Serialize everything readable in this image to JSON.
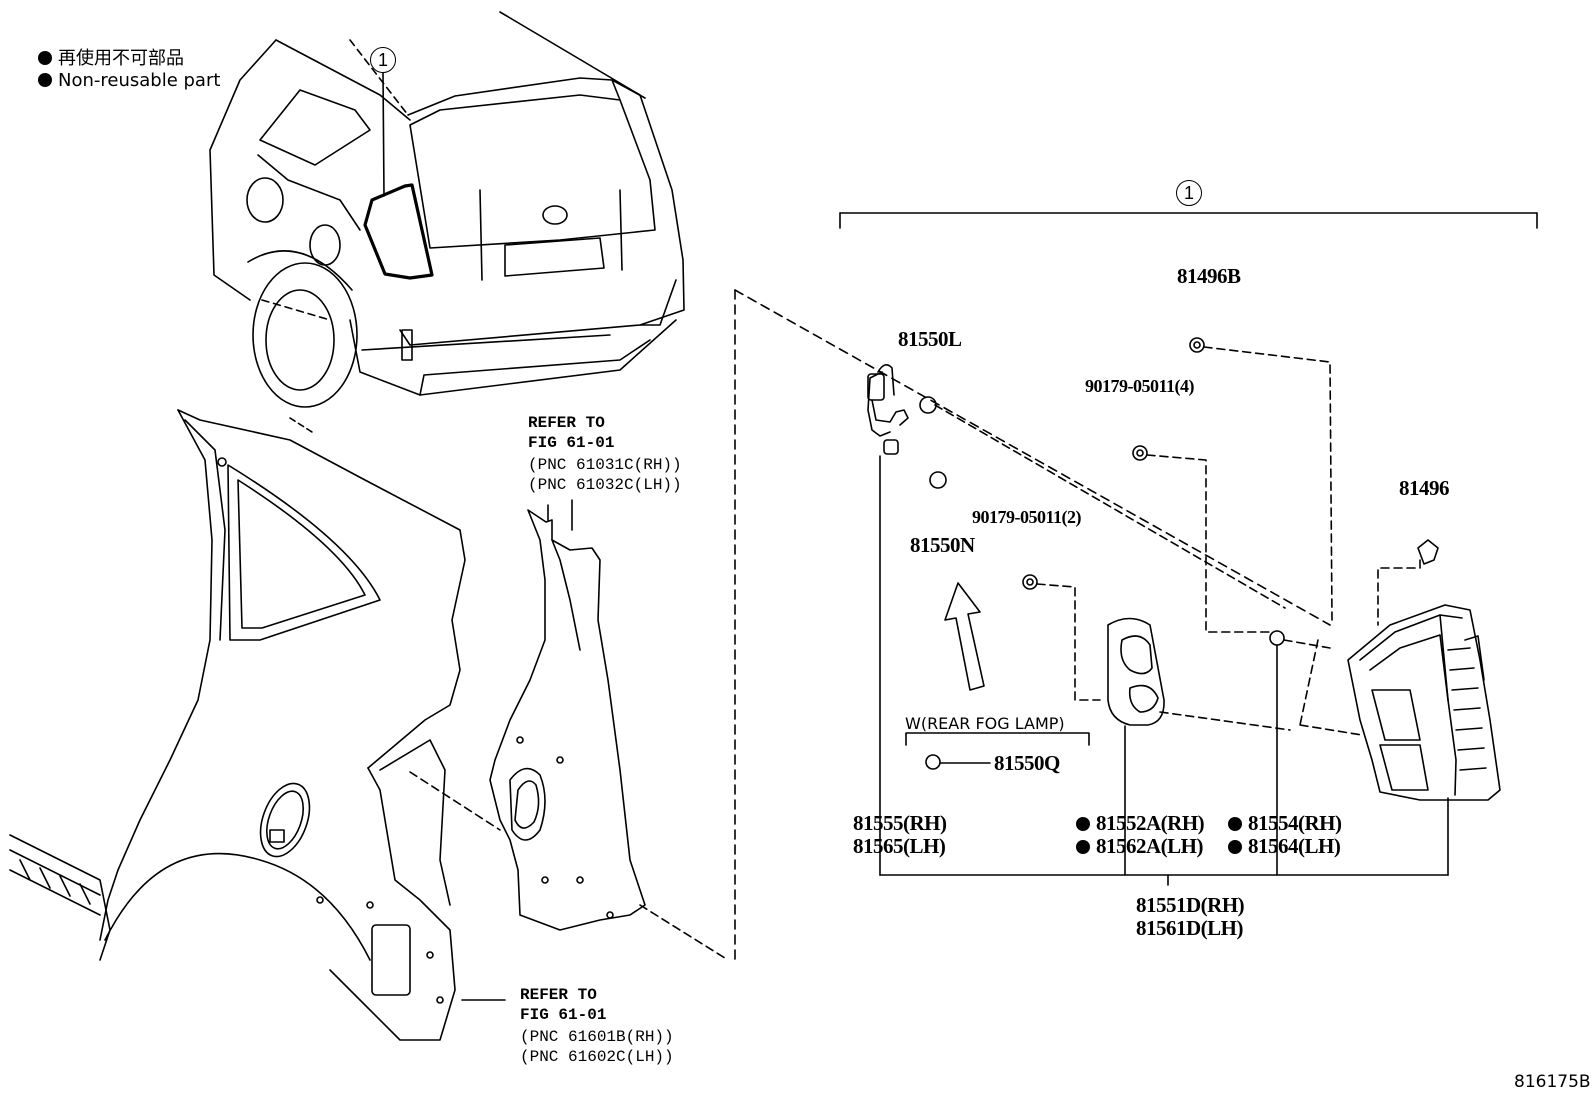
{
  "legend": {
    "line1": "再使用不可部品",
    "line2": "Non-reusable part"
  },
  "callouts": {
    "assembly_marker": "1"
  },
  "refs": {
    "upper": {
      "line1": "REFER TO",
      "line2": "FIG 61-01",
      "line3": "(PNC 61031C(RH))",
      "line4": "(PNC 61032C(LH))"
    },
    "lower": {
      "line1": "REFER TO",
      "line2": "FIG 61-01",
      "line3": "(PNC 61601B(RH))",
      "line4": "(PNC 61602C(LH))"
    }
  },
  "parts": {
    "p81496B": "81496B",
    "p81550L": "81550L",
    "p90179_4": "90179-05011(4)",
    "p81496": "81496",
    "p90179_2": "90179-05011(2)",
    "p81550N": "81550N",
    "fog_group": "W(REAR FOG LAMP)",
    "p81550Q": "81550Q",
    "p81555": "81555(RH)",
    "p81565": "81565(LH)",
    "p81552A": "81552A(RH)",
    "p81562A": "81562A(LH)",
    "p81554": "81554(RH)",
    "p81564": "81564(LH)",
    "p81551D": "81551D(RH)",
    "p81561D": "81561D(LH)"
  },
  "figure_id": "816175B",
  "icons": {
    "non_reusable_marker": "filled-circle-icon",
    "assembly_callout": "circled-number-icon",
    "direction_arrow": "up-arrow-icon"
  }
}
